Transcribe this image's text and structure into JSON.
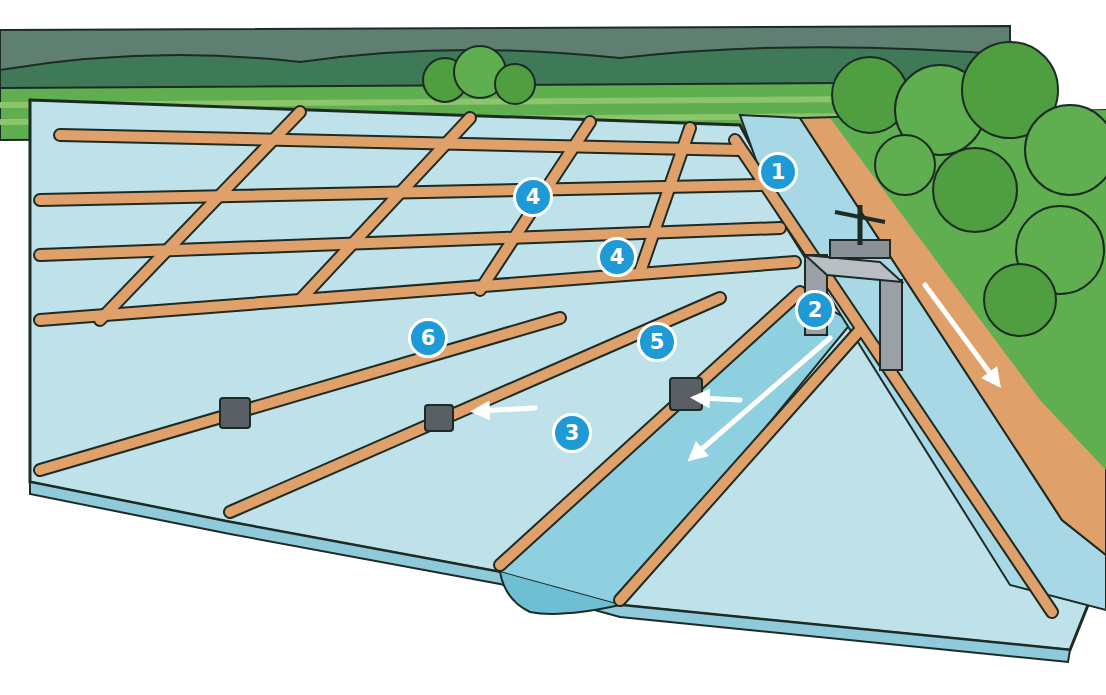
{
  "diagram": {
    "labels": [
      "1",
      "4",
      "4",
      "2",
      "6",
      "5",
      "3"
    ]
  }
}
